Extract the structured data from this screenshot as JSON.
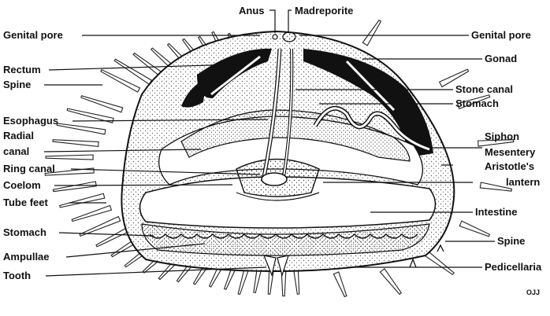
{
  "diagram": {
    "labels_top": {
      "anus": "Anus",
      "madreporite": "Madreporite"
    },
    "labels_left": {
      "genital_pore": "Genital pore",
      "rectum": "Rectum",
      "spine": "Spine",
      "esophagus": "Esophagus",
      "radial_canal_line1": "Radial",
      "radial_canal_line2": "canal",
      "ring_canal": "Ring canal",
      "coelom": "Coelom",
      "tube_feet": "Tube feet",
      "stomach": "Stomach",
      "ampullae": "Ampullae",
      "tooth": "Tooth"
    },
    "labels_right": {
      "genital_pore": "Genital pore",
      "gonad": "Gonad",
      "stone_canal": "Stone canal",
      "stomach": "Stomach",
      "siphon": "Siphon",
      "mesentery": "Mesentery",
      "aristotles_lantern_line1": "Aristotle's",
      "aristotles_lantern_line2": "lantern",
      "intestine": "Intestine",
      "spine": "Spine",
      "pedicellaria": "Pedicellaria"
    },
    "signature": "OJJ"
  }
}
